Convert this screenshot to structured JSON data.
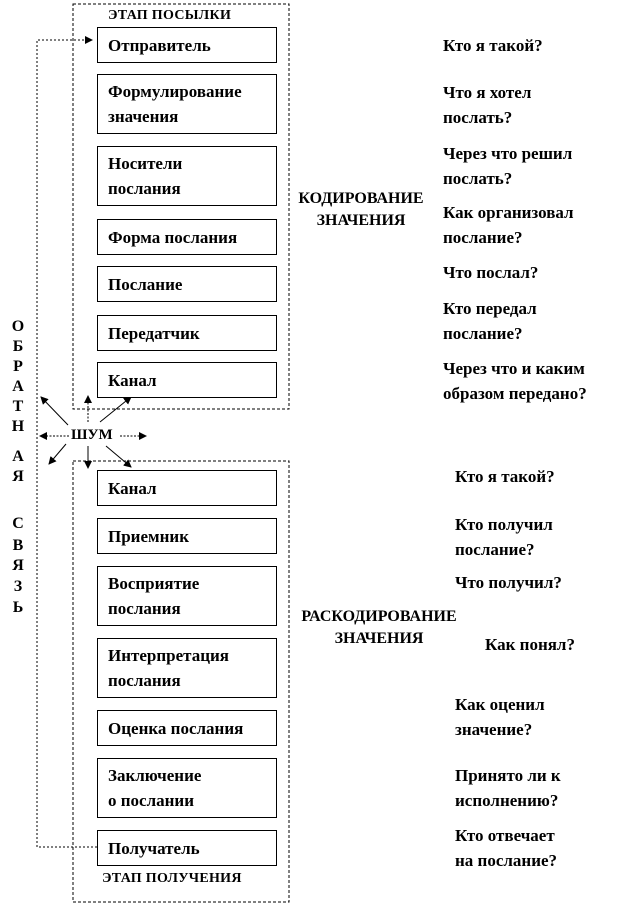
{
  "send_stage": {
    "title": "ЭТАП  ПОСЫЛКИ",
    "boxes": [
      "Отправитель",
      "Формулирование\nзначения",
      "Носители\nпослания",
      "Форма послания",
      "Послание",
      "Передатчик",
      "Канал"
    ],
    "questions": [
      "Кто я такой?",
      "Что я хотел\nпослать?",
      "Через что решил\nпослать?",
      "Как организовал\nпослание?",
      "Что послал?",
      "Кто передал\nпослание?",
      "Через что и каким\nобразом передано?"
    ],
    "group_label": "КОДИРОВАНИЕ\nЗНАЧЕНИЯ"
  },
  "receive_stage": {
    "title": "ЭТАП  ПОЛУЧЕНИЯ",
    "boxes": [
      "Канал",
      "Приемник",
      "Восприятие\nпослания",
      "Интерпретация\nпослания",
      "Оценка  послания",
      "Заключение\nо послании",
      "Получатель"
    ],
    "questions": [
      "Кто я такой?",
      "Кто получил\nпослание?",
      "Что получил?",
      "Как понял?",
      "Как оценил\nзначение?",
      "Принято ли к\nисполнению?",
      "Кто отвечает\nна послание?"
    ],
    "group_label": "РАСКОДИРОВАНИЕ\nЗНАЧЕНИЯ"
  },
  "feedback": {
    "letters_word1": [
      "О",
      "Б",
      "Р",
      "А",
      "Т",
      "Н",
      "А",
      "Я"
    ],
    "letters_word2": [
      "С",
      "В",
      "Я",
      "З",
      "Ь"
    ]
  },
  "noise": {
    "label": "ШУМ"
  }
}
